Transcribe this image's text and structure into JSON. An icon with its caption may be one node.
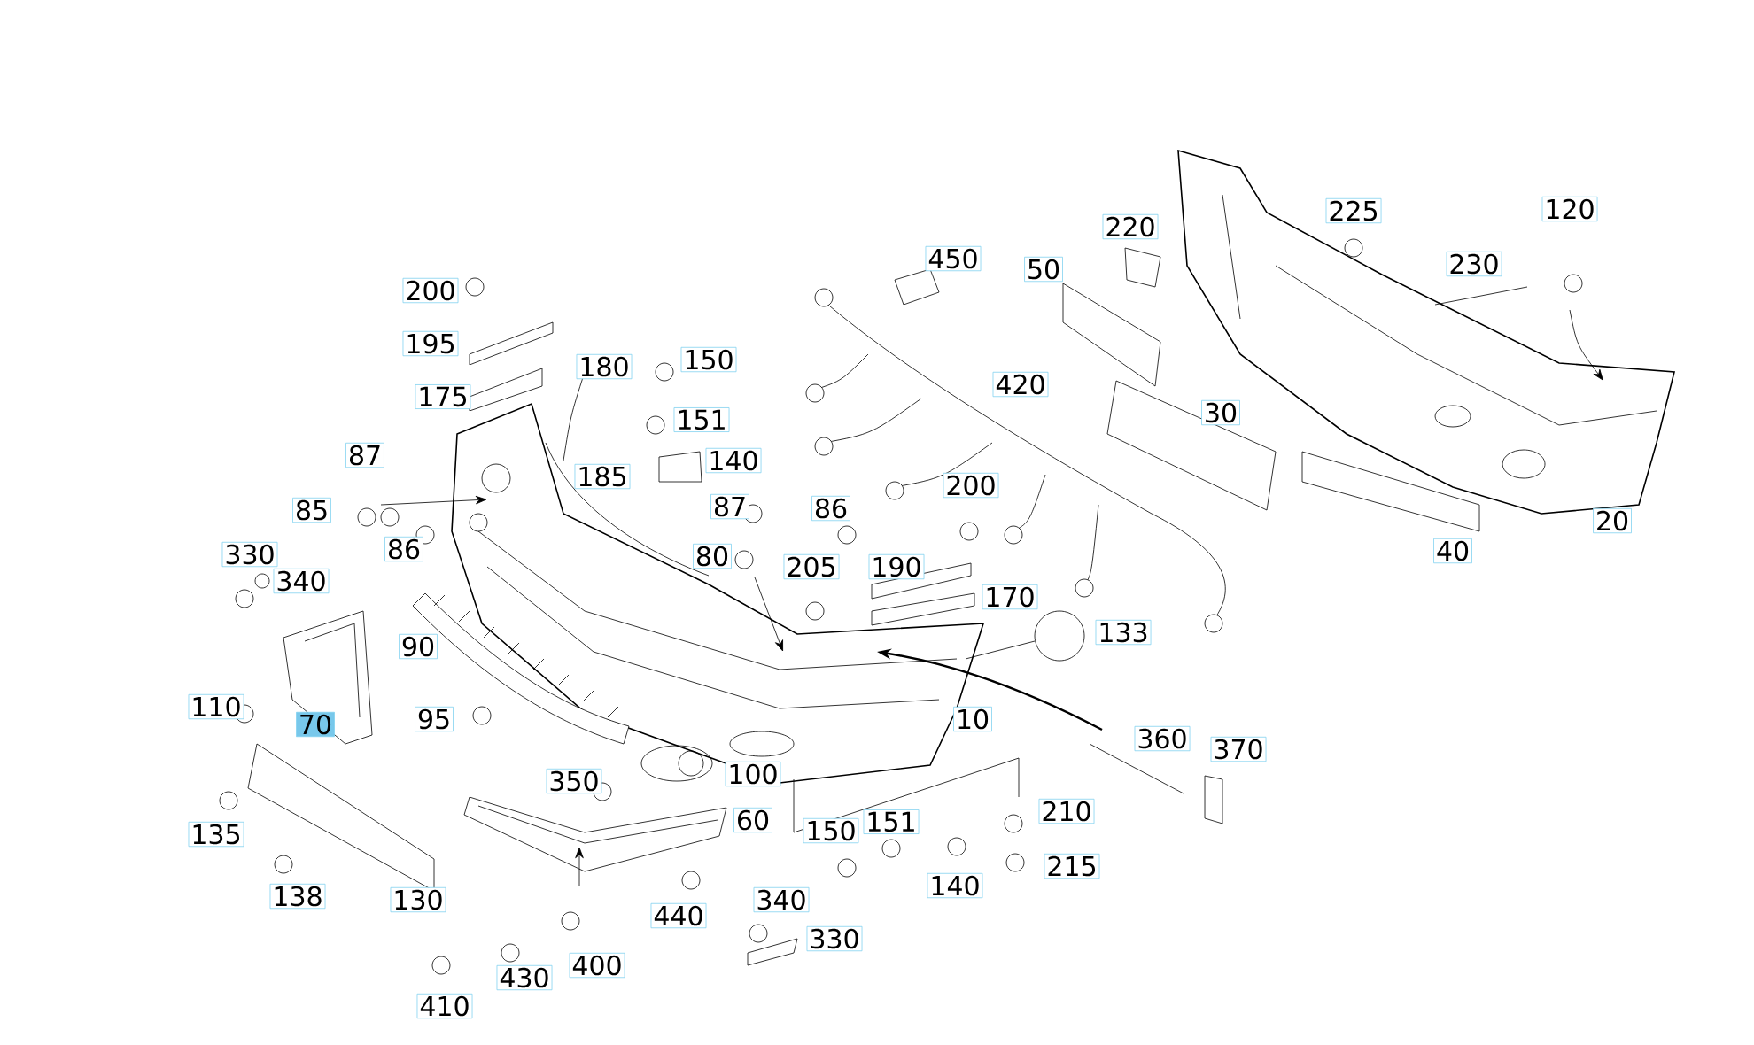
{
  "diagram": {
    "labels": [
      "120",
      "450",
      "225",
      "220",
      "50",
      "230",
      "200",
      "195",
      "180",
      "150",
      "175",
      "420",
      "151",
      "30",
      "87",
      "185",
      "140",
      "200",
      "85",
      "87",
      "86",
      "20",
      "330",
      "86",
      "80",
      "205",
      "190",
      "40",
      "340",
      "170",
      "133",
      "90",
      "10",
      "110",
      "70",
      "95",
      "360",
      "370",
      "350",
      "100",
      "210",
      "60",
      "150",
      "151",
      "135",
      "215",
      "140",
      "138",
      "130",
      "340",
      "440",
      "330",
      "400",
      "430",
      "410"
    ]
  }
}
